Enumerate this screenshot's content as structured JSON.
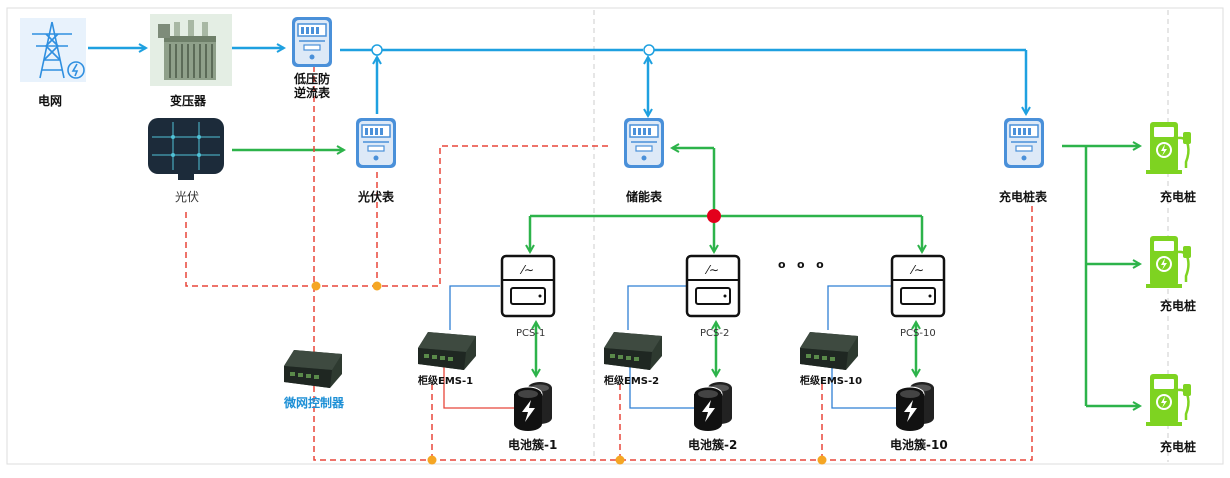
{
  "labels": {
    "grid": "电网",
    "transformer": "变压器",
    "anti_backflow_meter": "低压防\n逆流表",
    "pv": "光伏",
    "pv_meter": "光伏表",
    "storage_meter": "储能表",
    "charger_meter": "充电桩表",
    "charger1": "充电桩",
    "charger2": "充电桩",
    "charger3": "充电桩",
    "pcs1": "PCS-1",
    "pcs2": "PCS-2",
    "pcs10": "PCS-10",
    "ems1": "柜级EMS-1",
    "ems2": "柜级EMS-2",
    "ems10": "柜级EMS-10",
    "battery1": "电池簇-1",
    "battery2": "电池簇-2",
    "battery10": "电池簇-10",
    "controller": "微网控制器",
    "ellipsis": "o   o   o"
  },
  "colors": {
    "ac_line": "#1ea0e0",
    "dc_line": "#2db34a",
    "comm_dashed": "#e8463a",
    "node_red": "#e3001b",
    "node_orange": "#f5a623",
    "charger_green": "#7ed321",
    "meter_blue": "#4a90d9",
    "signal_blue": "#2f7fd4"
  }
}
